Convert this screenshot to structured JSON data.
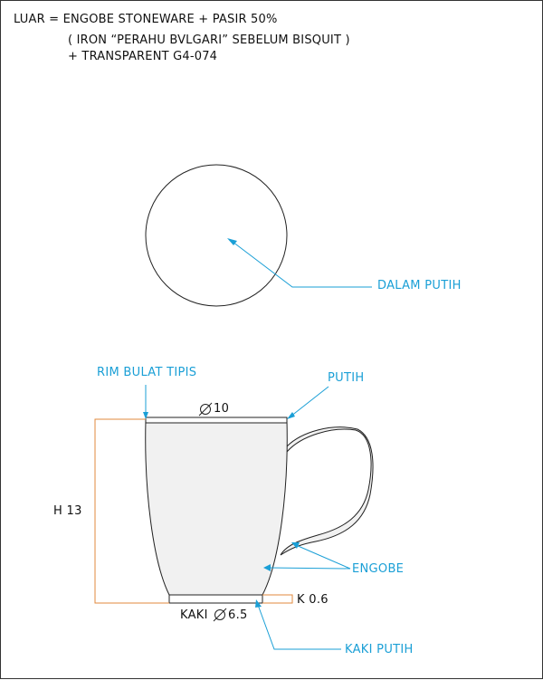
{
  "notes": {
    "line1": "LUAR = ENGOBE STONEWARE + PASIR 50%",
    "line2": "( IRON “PERAHU BVLGARI” SEBELUM BISQUIT )",
    "line3": "+ TRANSPARENT G4-074"
  },
  "callouts": {
    "inside": "DALAM PUTIH",
    "rim": "RIM BULAT TIPIS",
    "rim_color": "PUTIH",
    "body": "ENGOBE",
    "foot": "KAKI PUTIH"
  },
  "dimensions": {
    "diameter_top": "10",
    "height": "H 13",
    "foot_height": "K 0.6",
    "foot_label": "KAKI",
    "foot_diameter": "6.5"
  },
  "colors": {
    "line": "#222222",
    "callout": "#1a9fd6",
    "dimension": "#e08a3c",
    "fill": "#f1f1f1"
  }
}
